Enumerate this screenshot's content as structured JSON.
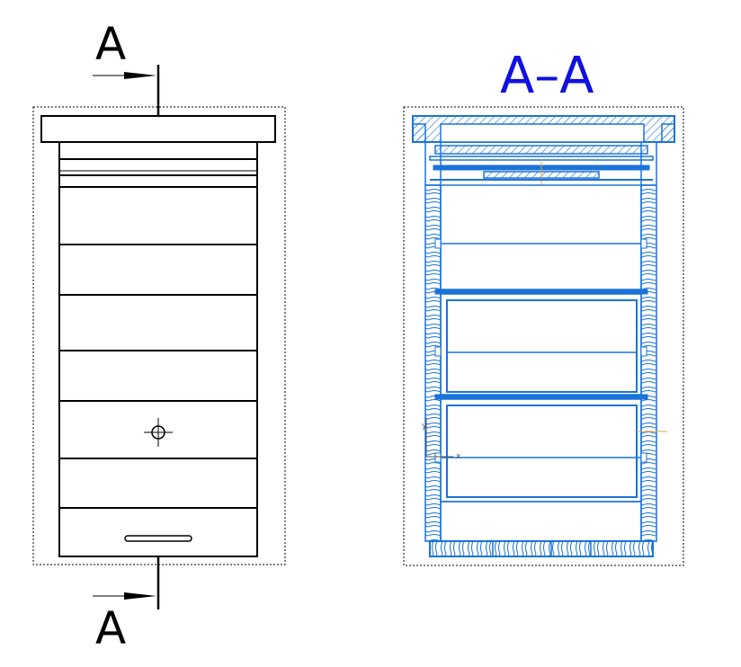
{
  "labels": {
    "section_top": "A",
    "section_bottom": "A",
    "section_title": "A–A"
  },
  "axis_marker": {
    "y": "y",
    "x": "x"
  },
  "colors": {
    "line": "#000000",
    "section": "#1a73d9",
    "title": "#1010e0",
    "hatch": "#1a73d9",
    "crosshair": "#e0a040"
  }
}
